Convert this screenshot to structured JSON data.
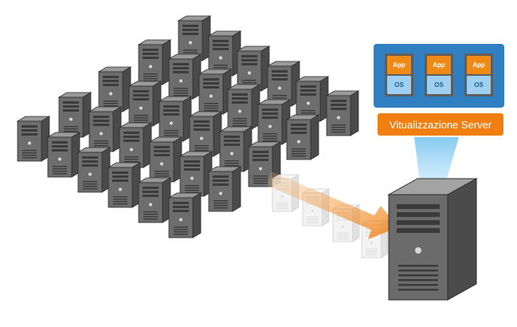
{
  "virtualization": {
    "label": "Vitualizzazione Server",
    "vms": [
      {
        "app": "App",
        "os": "OS"
      },
      {
        "app": "App",
        "os": "OS"
      },
      {
        "app": "App",
        "os": "OS"
      }
    ]
  },
  "colors": {
    "panel_blue": "#2f7fc1",
    "app_orange": "#f08a17",
    "os_lightblue": "#9fd0f1",
    "banner_orange": "#f07f0f",
    "server_gray": "#6b6b6b"
  }
}
